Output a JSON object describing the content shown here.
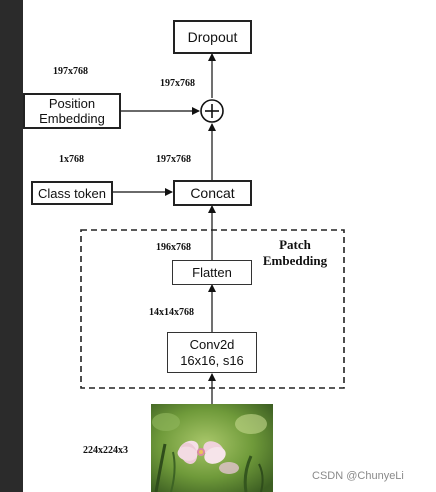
{
  "diagram": {
    "nodes": {
      "dropout": "Dropout",
      "position_embedding_line1": "Position",
      "position_embedding_line2": "Embedding",
      "class_token": "Class token",
      "concat": "Concat",
      "flatten": "Flatten",
      "conv2d_line1": "Conv2d",
      "conv2d_line2": "16x16, s16",
      "add_symbol": "+"
    },
    "group_title_line1": "Patch",
    "group_title_line2": "Embedding",
    "dims": {
      "pos_embedding": "197x768",
      "add_input": "197x768",
      "class_token": "1x768",
      "concat_output": "197x768",
      "flatten_output": "196x768",
      "conv_output": "14x14x768",
      "image_input": "224x224x3"
    }
  },
  "watermark": "CSDN @ChunyeLi"
}
